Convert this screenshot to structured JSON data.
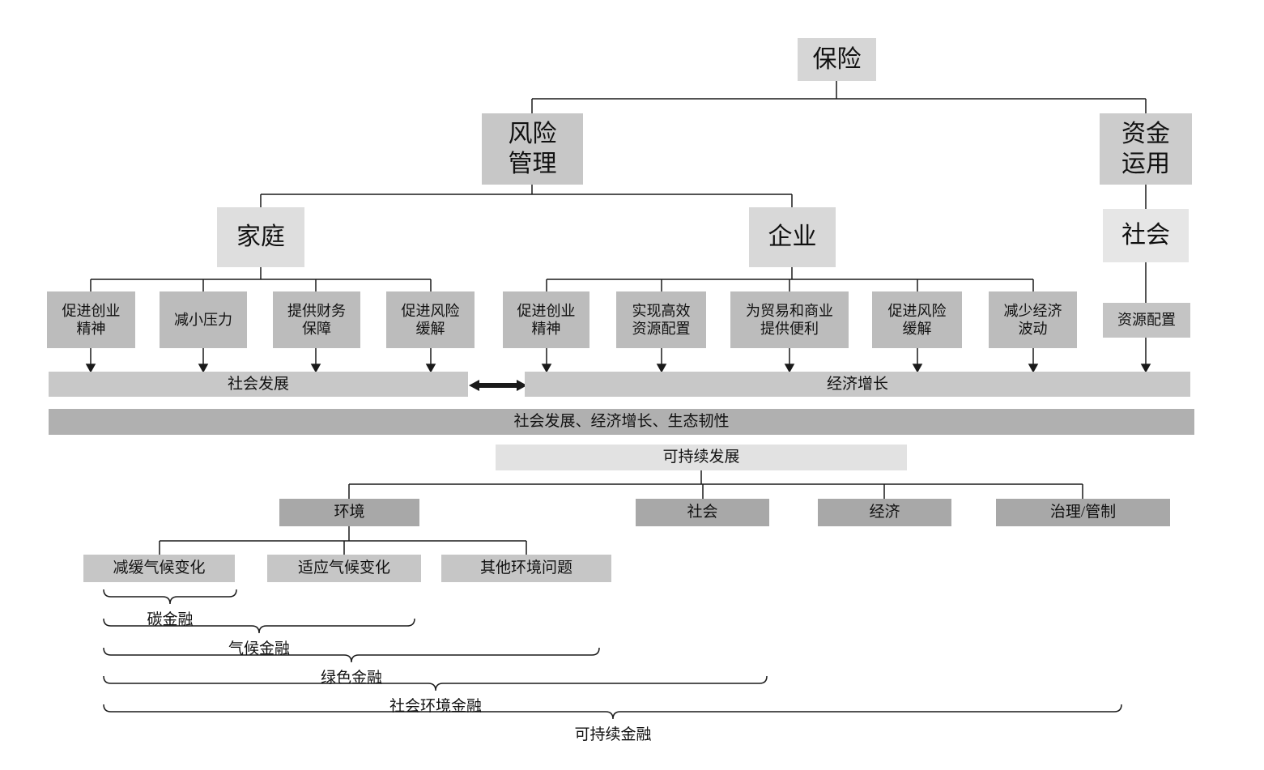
{
  "palette": {
    "box_light": "#e2e2e2",
    "box_mid_light": "#d6d6d6",
    "box_mid": "#c7c7c7",
    "box_leaf": "#bcbcbc",
    "box_dark": "#a8a8a8",
    "bar_outcome": "#c8c8c8",
    "bar_combined": "#b0b0b0",
    "line": "#1a1a1a",
    "text": "#111111",
    "background": "#ffffff"
  },
  "tree": {
    "root": {
      "label": "保险"
    },
    "risk_management": {
      "label": "风险\n管理"
    },
    "capital_use": {
      "label": "资金\n运用"
    },
    "household": {
      "label": "家庭"
    },
    "enterprise": {
      "label": "企业"
    },
    "society_branch": {
      "label": "社会"
    },
    "household_benefits": [
      {
        "label": "促进创业\n精神"
      },
      {
        "label": "减小压力"
      },
      {
        "label": "提供财务\n保障"
      },
      {
        "label": "促进风险\n缓解"
      }
    ],
    "enterprise_benefits": [
      {
        "label": "促进创业\n精神"
      },
      {
        "label": "实现高效\n资源配置"
      },
      {
        "label": "为贸易和商业\n提供便利"
      },
      {
        "label": "促进风险\n缓解"
      },
      {
        "label": "减少经济\n波动"
      }
    ],
    "capital_benefit": {
      "label": "资源配置"
    },
    "outcome_social": {
      "label": "社会发展"
    },
    "outcome_economic": {
      "label": "经济增长"
    },
    "outcome_combined": {
      "label": "社会发展、经济增长、生态韧性"
    },
    "sustainable_development": {
      "label": "可持续发展"
    },
    "pillars": [
      {
        "label": "环境"
      },
      {
        "label": "社会"
      },
      {
        "label": "经济"
      },
      {
        "label": "治理/管制"
      }
    ],
    "environment_topics": [
      {
        "label": "减缓气候变化"
      },
      {
        "label": "适应气候变化"
      },
      {
        "label": "其他环境问题"
      }
    ],
    "finance_scopes": [
      {
        "label": "碳金融"
      },
      {
        "label": "气候金融"
      },
      {
        "label": "绿色金融"
      },
      {
        "label": "社会环境金融"
      },
      {
        "label": "可持续金融"
      }
    ]
  }
}
